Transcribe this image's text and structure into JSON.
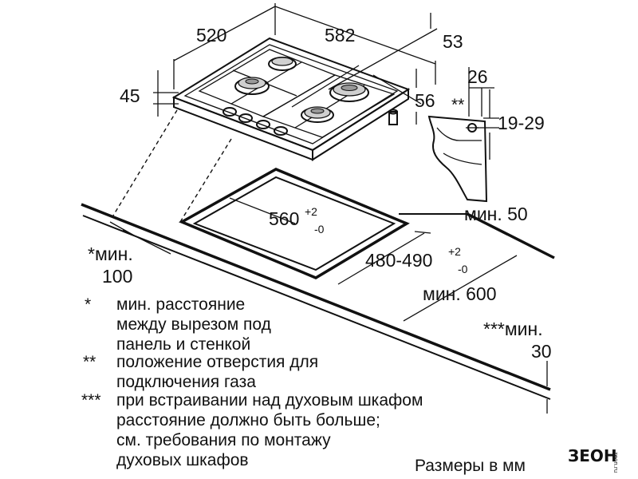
{
  "dimensions": {
    "width_520": "520",
    "width_582": "582",
    "depth_53": "53",
    "height_45": "45",
    "offset_26": "26",
    "offset_56": "56",
    "gas_marker": "**",
    "gas_range": "19-29",
    "cutout_560": "560",
    "cutout_560_tol_plus": "+2",
    "cutout_560_tol_minus": "-0",
    "cutout_480": "480-490",
    "cutout_480_tol_plus": "+2",
    "cutout_480_tol_minus": "-0",
    "min_50": "мин. 50",
    "min_100_line1": "*мин.",
    "min_100_line2": "100",
    "min_600": "мин. 600",
    "min_30_line1": "***мин.",
    "min_30_line2": "30"
  },
  "notes": [
    {
      "marker": "*",
      "lines": [
        "мин. расстояние",
        "между вырезом под",
        "панель и стенкой"
      ]
    },
    {
      "marker": "**",
      "lines": [
        "положение отверстия для",
        "подключения газа"
      ]
    },
    {
      "marker": "***",
      "lines": [
        "при встраивании над духовым шкафом",
        "расстояние должно быть больше;",
        "см. требования по монтажу",
        "духовых шкафов"
      ]
    }
  ],
  "footer": {
    "units": "Размеры в мм"
  },
  "logo": {
    "text": "ЗЕОН",
    "sub": "zeon.ru"
  },
  "colors": {
    "ink": "#111111",
    "background": "#ffffff"
  }
}
